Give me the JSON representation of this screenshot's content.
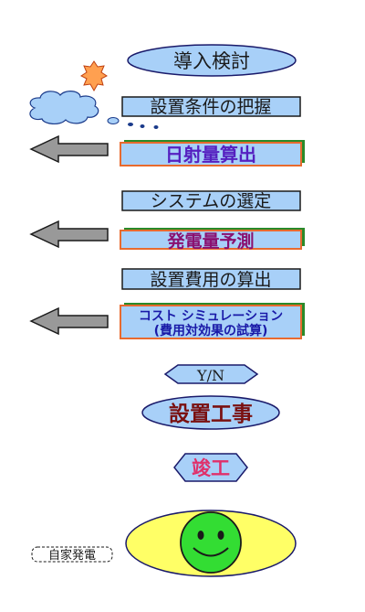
{
  "flow": {
    "start": "導入検討",
    "step1": "設置条件の把握",
    "step2": "日射量算出",
    "step3": "システムの選定",
    "step4": "発電量予測",
    "step5": "設置費用の算出",
    "step6_line1": "コスト シミュレーション",
    "step6_line2": "(費用対効果の試算)",
    "decision": "Y/N",
    "construction": "設置工事",
    "completion": "竣工",
    "side_label": "自家発電"
  },
  "colors": {
    "ellipse_fill": "#a8d0f8",
    "box_fill": "#a8d0f8",
    "blue_text": "#5520c0",
    "purple_text": "#8a1070",
    "navy_text": "#1a1aa8",
    "dark_red_text": "#7a1010",
    "pink_text": "#e0306a",
    "orange_border": "#e86a2e",
    "green_border": "#2a8a2a",
    "arrow_fill": "#999999",
    "sun_fill": "#ffa050",
    "smiley_fill": "#33dd33",
    "yellow_ellipse": "#ffff66"
  },
  "icons": {
    "sun": "sun-icon",
    "cloud": "cloud-icon",
    "smiley": "smiley-face-icon",
    "arrow": "left-arrow-icon"
  }
}
